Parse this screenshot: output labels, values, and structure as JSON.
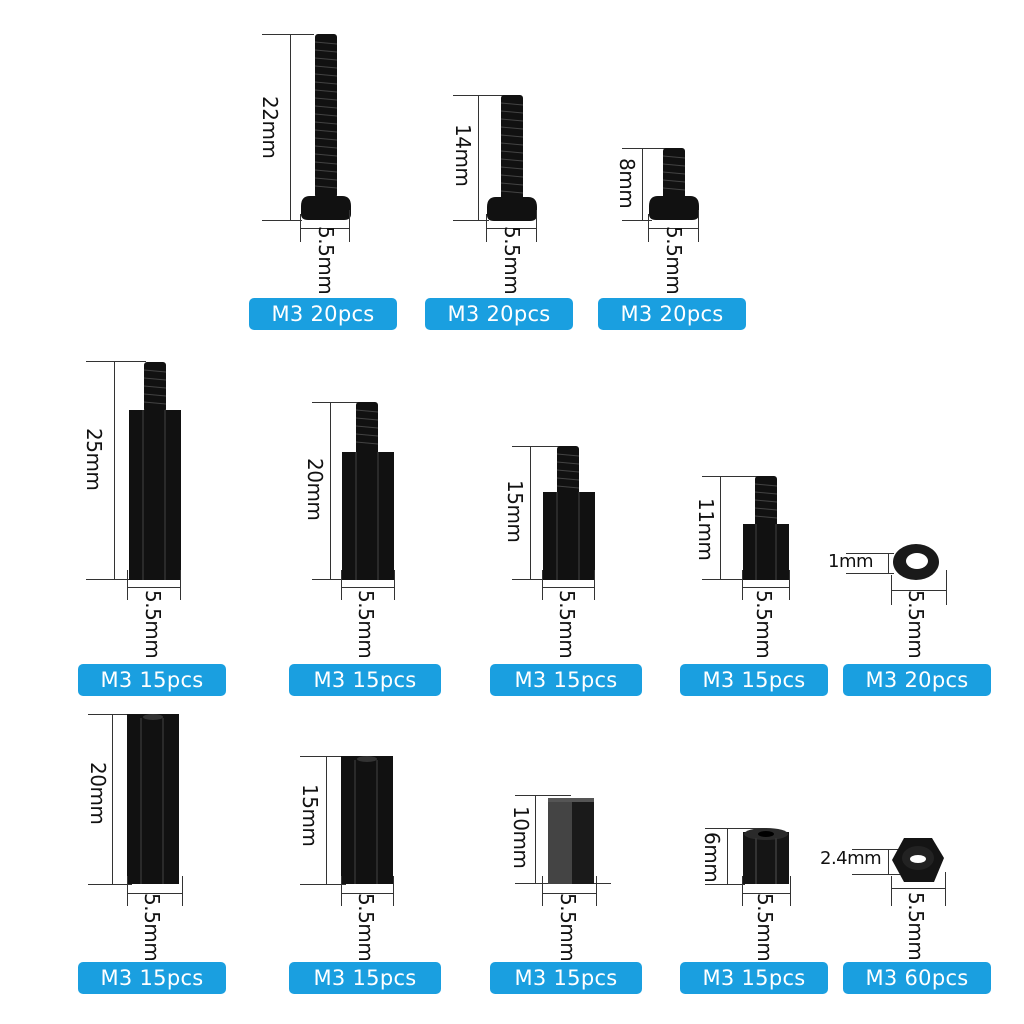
{
  "items": [
    {
      "id": "screw-22",
      "type": "screw",
      "length": "22mm",
      "width": "5.5mm",
      "label": "M3 20pcs"
    },
    {
      "id": "screw-14",
      "type": "screw",
      "length": "14mm",
      "width": "5.5mm",
      "label": "M3 20pcs"
    },
    {
      "id": "screw-8",
      "type": "screw",
      "length": "8mm",
      "width": "5.5mm",
      "label": "M3 20pcs"
    },
    {
      "id": "standoff-mf-25",
      "type": "male-female standoff",
      "length": "25mm",
      "width": "5.5mm",
      "label": "M3 15pcs"
    },
    {
      "id": "standoff-mf-20",
      "type": "male-female standoff",
      "length": "20mm",
      "width": "5.5mm",
      "label": "M3 15pcs"
    },
    {
      "id": "standoff-mf-15",
      "type": "male-female standoff",
      "length": "15mm",
      "width": "5.5mm",
      "label": "M3 15pcs"
    },
    {
      "id": "standoff-mf-11",
      "type": "male-female standoff",
      "length": "11mm",
      "width": "5.5mm",
      "label": "M3 15pcs"
    },
    {
      "id": "washer-1",
      "type": "washer",
      "length": "1mm",
      "width": "5.5mm",
      "label": "M3 20pcs"
    },
    {
      "id": "standoff-ff-20",
      "type": "female-female standoff",
      "length": "20mm",
      "width": "5.5mm",
      "label": "M3 15pcs"
    },
    {
      "id": "standoff-ff-15",
      "type": "female-female standoff",
      "length": "15mm",
      "width": "5.5mm",
      "label": "M3 15pcs"
    },
    {
      "id": "standoff-ff-10",
      "type": "female-female standoff",
      "length": "10mm",
      "width": "5.5mm",
      "label": "M3 15pcs"
    },
    {
      "id": "standoff-ff-6",
      "type": "female-female standoff",
      "length": "6mm",
      "width": "5.5mm",
      "label": "M3 15pcs"
    },
    {
      "id": "nut-2.4",
      "type": "hex nut",
      "length": "2.4mm",
      "width": "5.5mm",
      "label": "M3 60pcs"
    }
  ],
  "colors": {
    "badge": "#1a9fe0",
    "part": "#111111",
    "dimension": "#333333"
  }
}
